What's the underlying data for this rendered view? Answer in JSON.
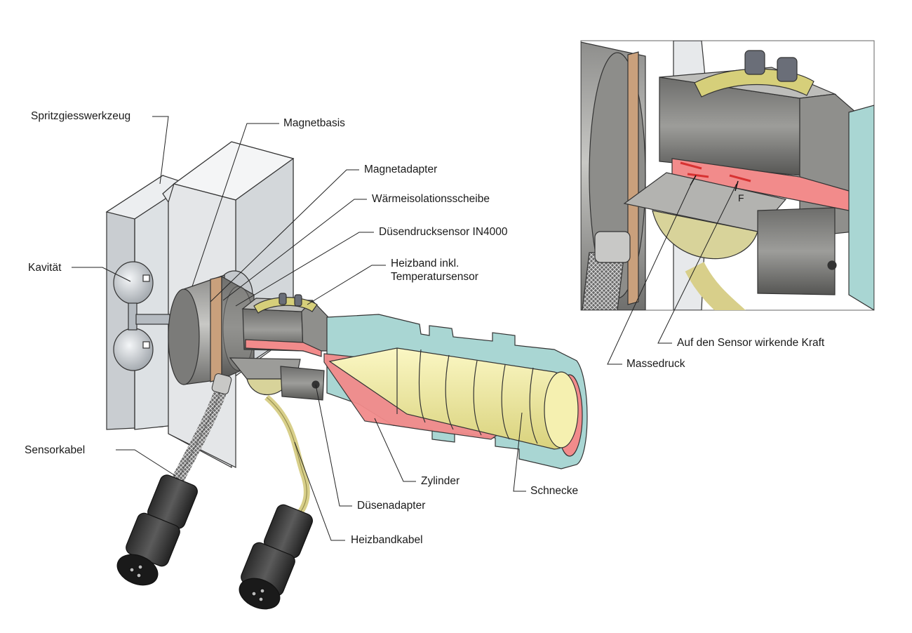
{
  "labels": {
    "spritzgiesswerkzeug": "Spritzgiesswerkzeug",
    "magnetbasis": "Magnetbasis",
    "magnetadapter": "Magnetadapter",
    "waermeisolationsscheibe": "Wärmeisolationsscheibe",
    "duesendrucksensor": "Düsendrucksensor IN4000",
    "heizband_line1": "Heizband inkl.",
    "heizband_line2": "Temperatursensor",
    "kavitaet": "Kavität",
    "sensorkabel": "Sensorkabel",
    "zylinder": "Zylinder",
    "schnecke": "Schnecke",
    "duesenadapter": "Düsenadapter",
    "heizbandkabel": "Heizbandkabel",
    "massedruck": "Massedruck",
    "kraft": "Auf den Sensor wirkende Kraft",
    "force_symbol": "F"
  },
  "colors": {
    "cylinder": "#a9d6d3",
    "screw": "#f2eda0",
    "melt": "#f28b8b",
    "steel": "#a7a7a5",
    "mold": "#dcdfe2",
    "leader": "#222222"
  }
}
